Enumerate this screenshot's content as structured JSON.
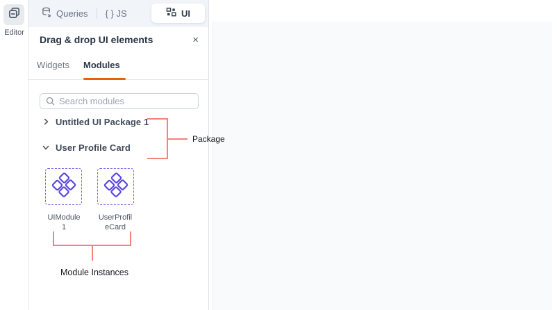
{
  "left_rail": {
    "editor_label": "Editor"
  },
  "top_bar": {
    "queries_label": "Queries",
    "js_label": "{ } JS",
    "ui_label": "UI"
  },
  "panel": {
    "header": {
      "title": "Drag & drop UI elements",
      "close_icon": "×"
    },
    "tabs": [
      {
        "label": "Widgets",
        "active": false
      },
      {
        "label": "Modules",
        "active": true
      }
    ],
    "search": {
      "placeholder": "Search modules",
      "value": ""
    },
    "tree": [
      {
        "label": "Untitled UI Package 1",
        "state": "collapsed"
      },
      {
        "label": "User Profile Card",
        "state": "expanded"
      }
    ],
    "module_cards": [
      {
        "line1": "UIModule",
        "line2": "1"
      },
      {
        "line1": "UserProfil",
        "line2": "eCard"
      }
    ]
  },
  "annotations": {
    "package_label": "Package",
    "instances_label": "Module Instances"
  },
  "icons": {
    "editor": "stacked-pages",
    "queries": "database",
    "ui": "grid-squares",
    "search": "magnifier",
    "close": "x",
    "collapsed": "chevron-right",
    "expanded": "chevron-down",
    "module": "diamond-cluster"
  },
  "colors": {
    "accent_orange": "#E8610D",
    "module_indigo": "#5B46E4",
    "annotation_salmon": "#F0837A",
    "canvas_gray": "#F8FAFC"
  }
}
